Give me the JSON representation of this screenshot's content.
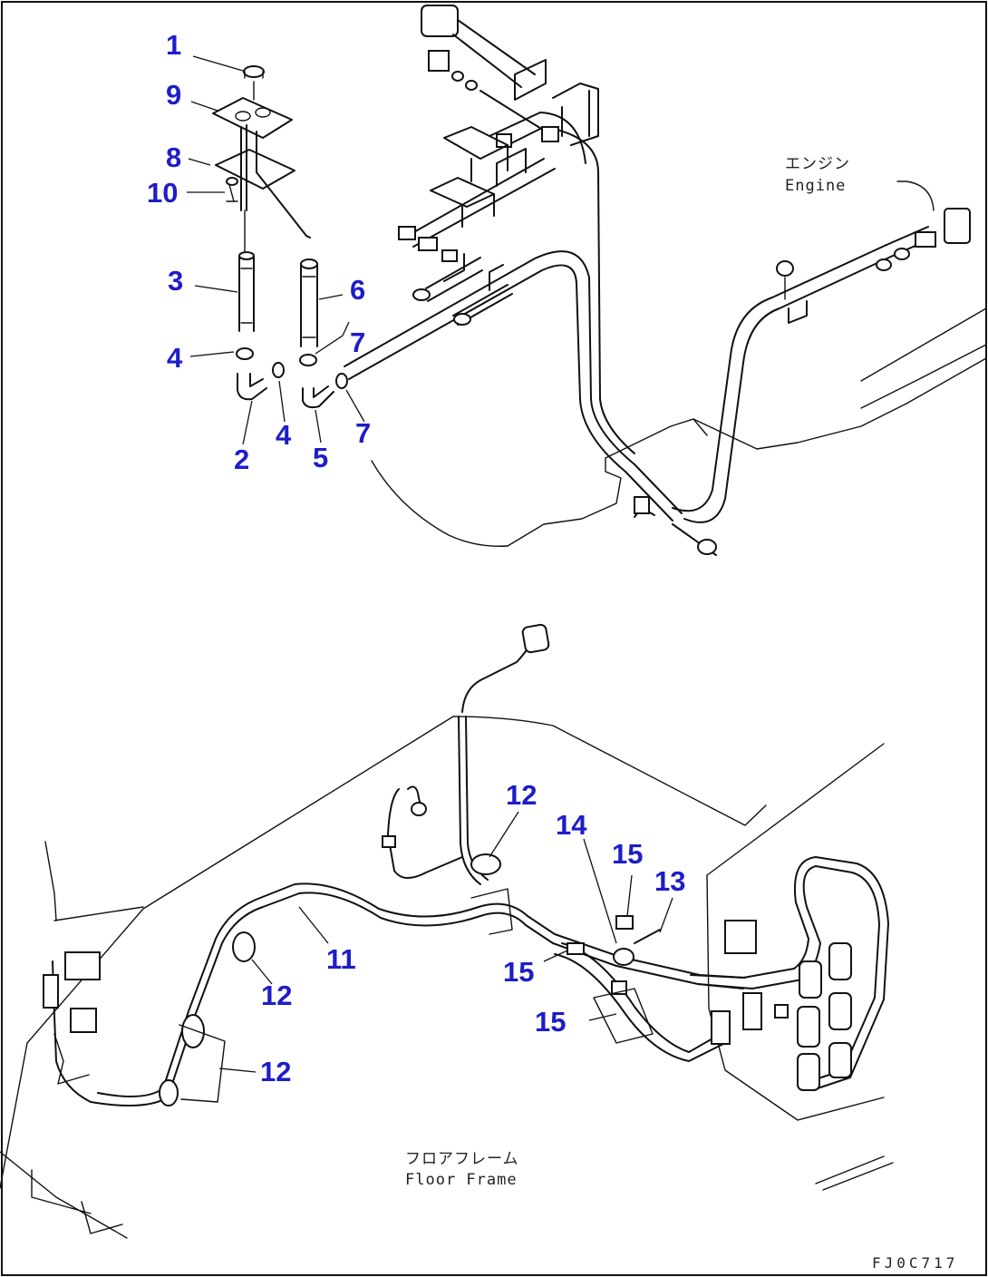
{
  "diagram": {
    "upper_assembly": {
      "callouts": [
        "1",
        "9",
        "8",
        "10",
        "3",
        "6",
        "7",
        "4",
        "4",
        "2",
        "5",
        "7"
      ],
      "engine_label": {
        "jp": "エンジン",
        "en": "Engine"
      }
    },
    "lower_assembly": {
      "callouts": [
        "12",
        "14",
        "15",
        "13",
        "11",
        "15",
        "12",
        "15",
        "12"
      ],
      "floor_frame_label": {
        "jp": "フロアフレーム",
        "en": "Floor Frame"
      }
    },
    "drawing_code": "FJ0C717"
  }
}
